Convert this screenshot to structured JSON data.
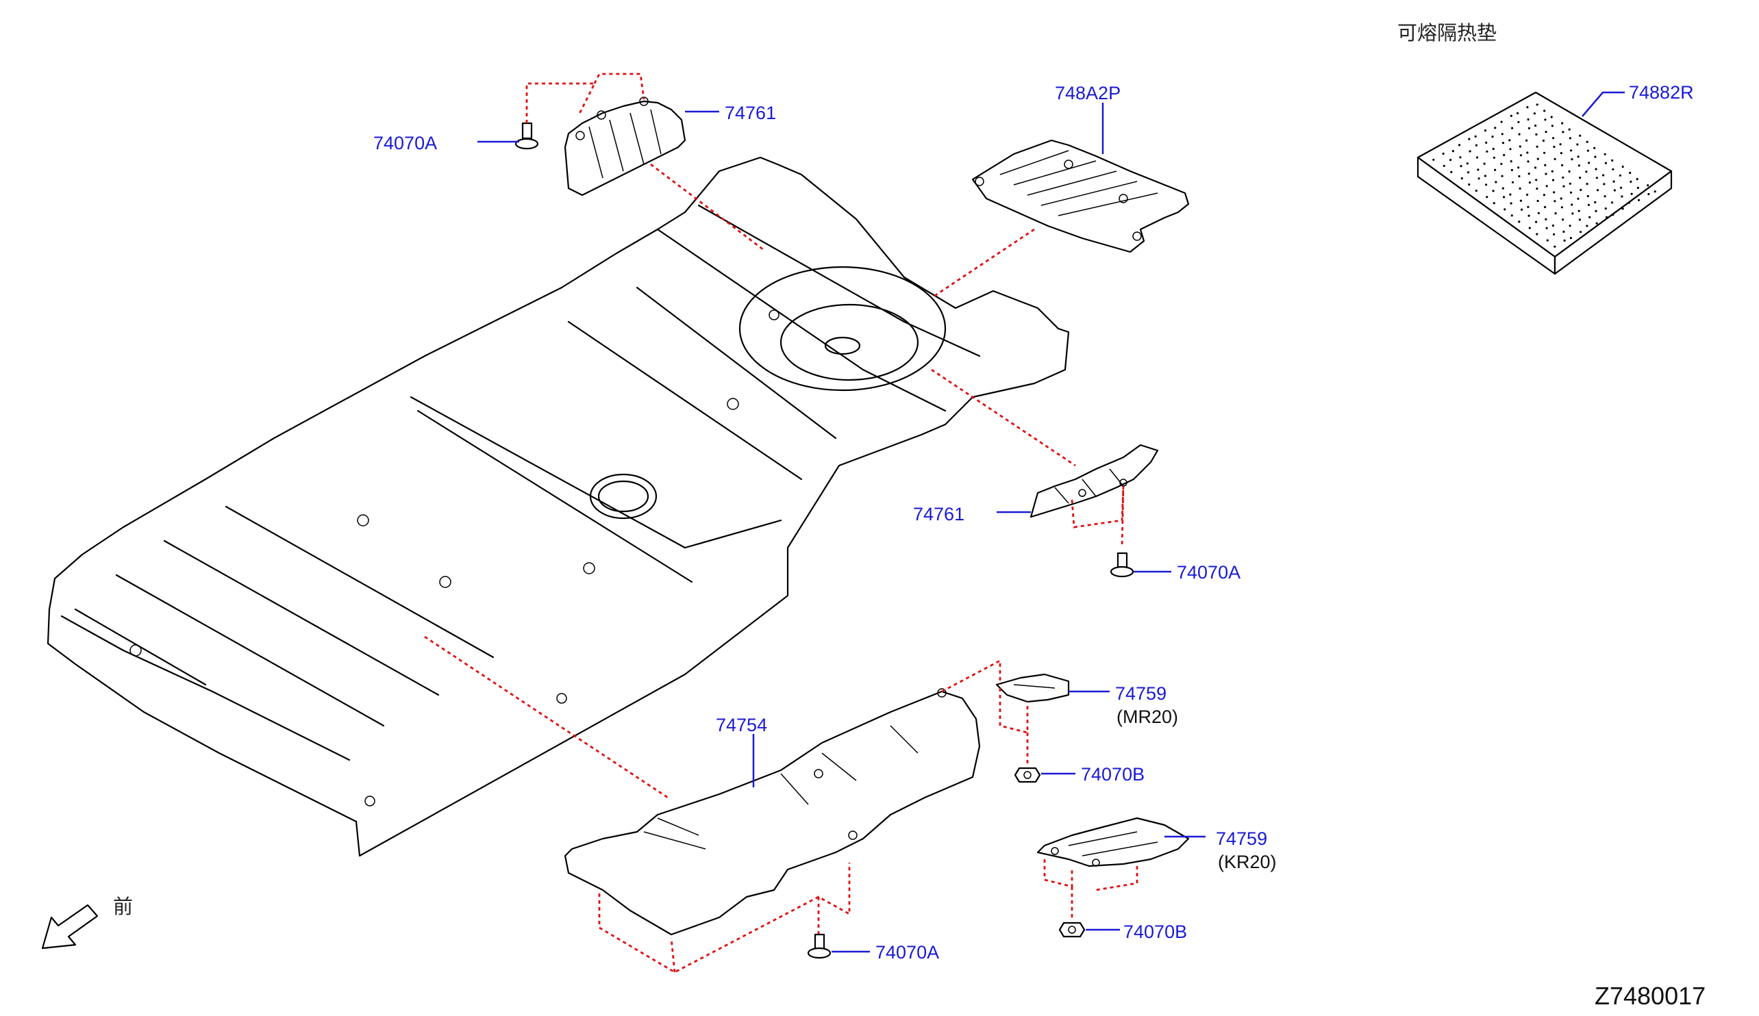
{
  "header": {
    "title_cn": "可熔隔热垫"
  },
  "parts": {
    "p74761_top": "74761",
    "p74070A_top": "74070A",
    "p748A2P": "748A2P",
    "p74882R": "74882R",
    "p74761_right": "74761",
    "p74070A_right": "74070A",
    "p74759_mr": "74759",
    "mr20": "(MR20)",
    "p74070B_mid": "74070B",
    "p74754": "74754",
    "p74759_kr": "74759",
    "kr20": "(KR20)",
    "p74070B_bottom": "74070B",
    "p74070A_bottom": "74070A"
  },
  "front_label": "前",
  "diagram_code": "Z7480017",
  "colors": {
    "callout": "#1a1ad6",
    "dashed_leader": "#e01010",
    "line_art": "#000000"
  }
}
